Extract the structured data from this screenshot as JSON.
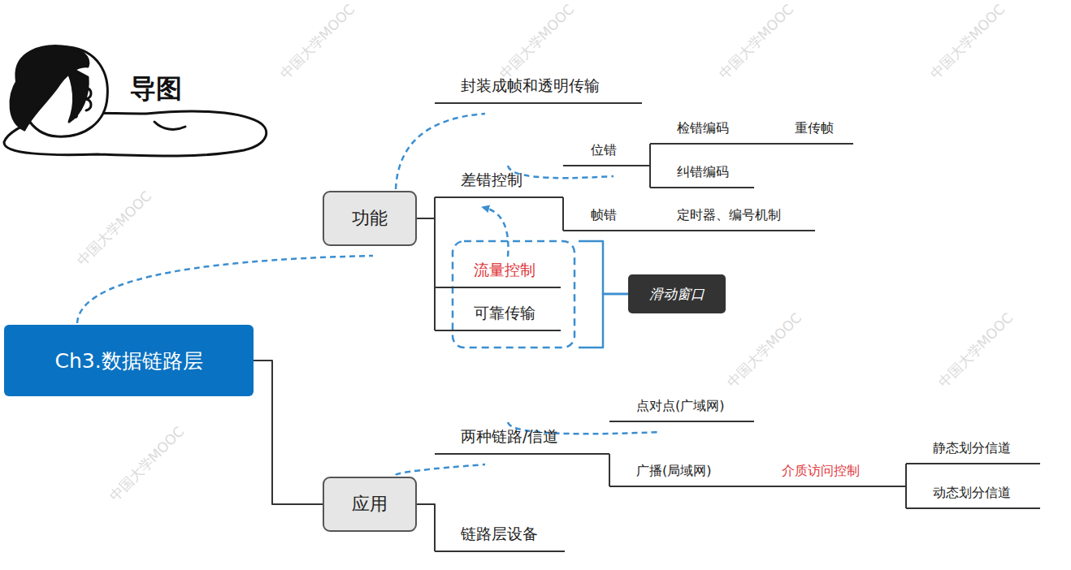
{
  "diagram": {
    "nodes": [
      {
        "text": [
          "Ch3.数据链路层"
        ]
      },
      {
        "text": [
          "功能"
        ]
      },
      {
        "text": [
          "封装成帧和透明传输"
        ]
      },
      {
        "text": [
          "差错控制"
        ]
      },
      {
        "text": [
          "位错"
        ]
      },
      {
        "text": [
          "检错编码"
        ]
      },
      {
        "text": [
          "重传帧"
        ]
      },
      {
        "text": [
          "纠错编码"
        ]
      },
      {
        "text": [
          "帧错"
        ]
      },
      {
        "text": [
          "定时器、编号机制"
        ]
      },
      {
        "text": [
          "流量控制"
        ]
      },
      {
        "text": [
          "可靠传输"
        ]
      },
      {
        "text": [
          "滑动窗口"
        ]
      },
      {
        "text": [
          "应用"
        ]
      },
      {
        "text": [
          "两种链路/信道"
        ]
      },
      {
        "text": [
          "点对点(广域网)"
        ]
      },
      {
        "text": [
          "广播(局域网)"
        ]
      },
      {
        "text": [
          "介质访问控制"
        ]
      },
      {
        "text": [
          "静态划分信道"
        ]
      },
      {
        "text": [
          "动态划分信道"
        ]
      },
      {
        "text": [
          "链路层设备"
        ]
      }
    ],
    "edges": [
      {
        "from": 0,
        "to": 1,
        "arrow": "none"
      },
      {
        "from": 0,
        "to": 13,
        "arrow": "none"
      },
      {
        "from": 1,
        "to": 2,
        "arrow": "none"
      },
      {
        "from": 1,
        "to": 3,
        "arrow": "none"
      },
      {
        "from": 1,
        "to": 10,
        "arrow": "none"
      },
      {
        "from": 1,
        "to": 11,
        "arrow": "none"
      },
      {
        "from": 3,
        "to": 4,
        "arrow": "none"
      },
      {
        "from": 3,
        "to": 8,
        "arrow": "none"
      },
      {
        "from": 4,
        "to": 5,
        "arrow": "none"
      },
      {
        "from": 4,
        "to": 7,
        "arrow": "none"
      },
      {
        "from": 5,
        "to": 6,
        "arrow": "none"
      },
      {
        "from": 8,
        "to": 9,
        "arrow": "none"
      },
      {
        "from": 10,
        "to": 3,
        "arrow": "to"
      },
      {
        "from": 10,
        "to": 12,
        "arrow": "none"
      },
      {
        "from": 11,
        "to": 12,
        "arrow": "none"
      },
      {
        "from": 13,
        "to": 14,
        "arrow": "none"
      },
      {
        "from": 13,
        "to": 20,
        "arrow": "none"
      },
      {
        "from": 14,
        "to": 15,
        "arrow": "none"
      },
      {
        "from": 14,
        "to": 16,
        "arrow": "none"
      },
      {
        "from": 16,
        "to": 17,
        "arrow": "none"
      },
      {
        "from": 17,
        "to": 18,
        "arrow": "none"
      },
      {
        "from": 17,
        "to": 19,
        "arrow": "none"
      }
    ],
    "labels": [
      "导图",
      "中国大学MOOC",
      "中国大学MOOC",
      "中国大学MOOC",
      "中国大学MOOC",
      "中国大学MOOC",
      "中国大学MOOC",
      "中国大学MOOC",
      "中国大学MOOC"
    ]
  }
}
